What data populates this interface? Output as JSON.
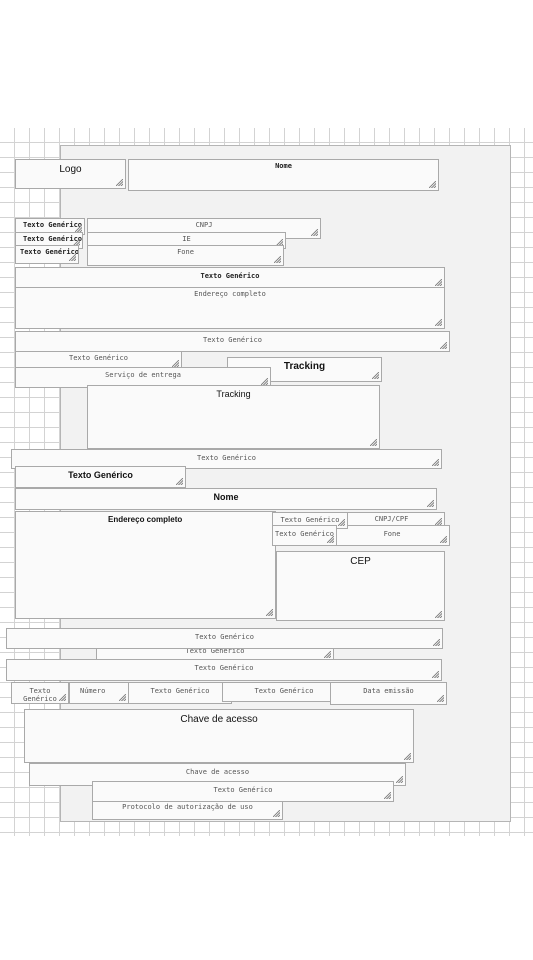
{
  "fields": {
    "logo": "Logo",
    "nome_header": "Nome",
    "texto_generico": "Texto Genérico",
    "cnpj": "CNPJ",
    "ie": "IE",
    "fone": "Fone",
    "endereco_completo": "Endereço completo",
    "tracking": "Tracking",
    "servico_entrega": "Serviço de entrega",
    "nome": "Nome",
    "cnpj_cpf": "CNPJ/CPF",
    "cep": "CEP",
    "numero": "Número",
    "texto_generico_split": "Texto Genérico",
    "data_emissao": "Data emissão",
    "chave_acesso": "Chave de acesso",
    "protocolo": "Protocolo de autorização de uso"
  }
}
